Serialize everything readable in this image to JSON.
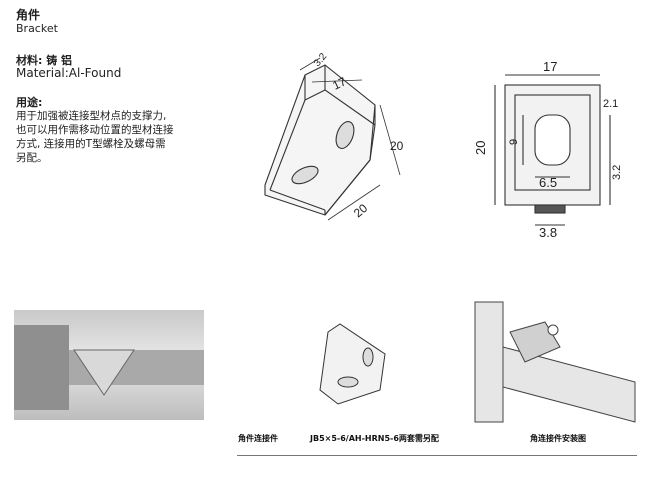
{
  "header": {
    "title_cn": "角件",
    "title_en": "Bracket",
    "material_cn": "材料: 铸 铝",
    "material_en": "Material:Al-Found"
  },
  "usage": {
    "heading": "用途:",
    "lines": [
      "用于加强被连接型材点的支撑力,",
      "也可以用作需移动位置的型材连接",
      "方式, 连接用的T型螺栓及螺母需",
      "另配。"
    ]
  },
  "dimensions": {
    "left_thickness": "3.2",
    "left_width": "17",
    "left_height": "20",
    "left_depth": "20",
    "right_width": "17",
    "right_height": "20",
    "slot_height": "9",
    "slot_width": "6.5",
    "edge_offset": "2.1",
    "base_thickness": "3.2",
    "tab_width": "3.8"
  },
  "captions": {
    "left": "角件连接件",
    "middle": "JB5×5-6/AH-HRN5-6两套需另配",
    "right": "角连接件安装图"
  }
}
